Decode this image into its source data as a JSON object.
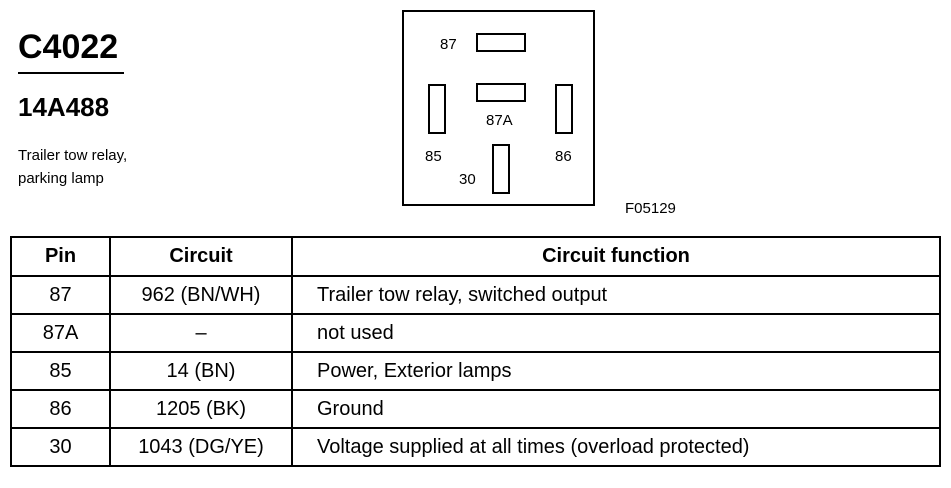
{
  "connector": {
    "id": "C4022",
    "part_number": "14A488",
    "description_lines": [
      "Trailer tow relay,",
      "parking lamp"
    ]
  },
  "relay_diagram": {
    "terminals": {
      "t87": "87",
      "t87a": "87A",
      "t85": "85",
      "t86": "86",
      "t30": "30"
    },
    "figure_code": "F05129"
  },
  "table": {
    "headers": {
      "pin": "Pin",
      "circuit": "Circuit",
      "function": "Circuit function"
    },
    "rows": [
      {
        "pin": "87",
        "circuit": "962 (BN/WH)",
        "function": "Trailer tow relay, switched output"
      },
      {
        "pin": "87A",
        "circuit": "–",
        "function": "not used"
      },
      {
        "pin": "85",
        "circuit": "14 (BN)",
        "function": "Power, Exterior lamps"
      },
      {
        "pin": "86",
        "circuit": "1205 (BK)",
        "function": "Ground"
      },
      {
        "pin": "30",
        "circuit": "1043 (DG/YE)",
        "function": "Voltage supplied at all times (overload protected)"
      }
    ]
  }
}
